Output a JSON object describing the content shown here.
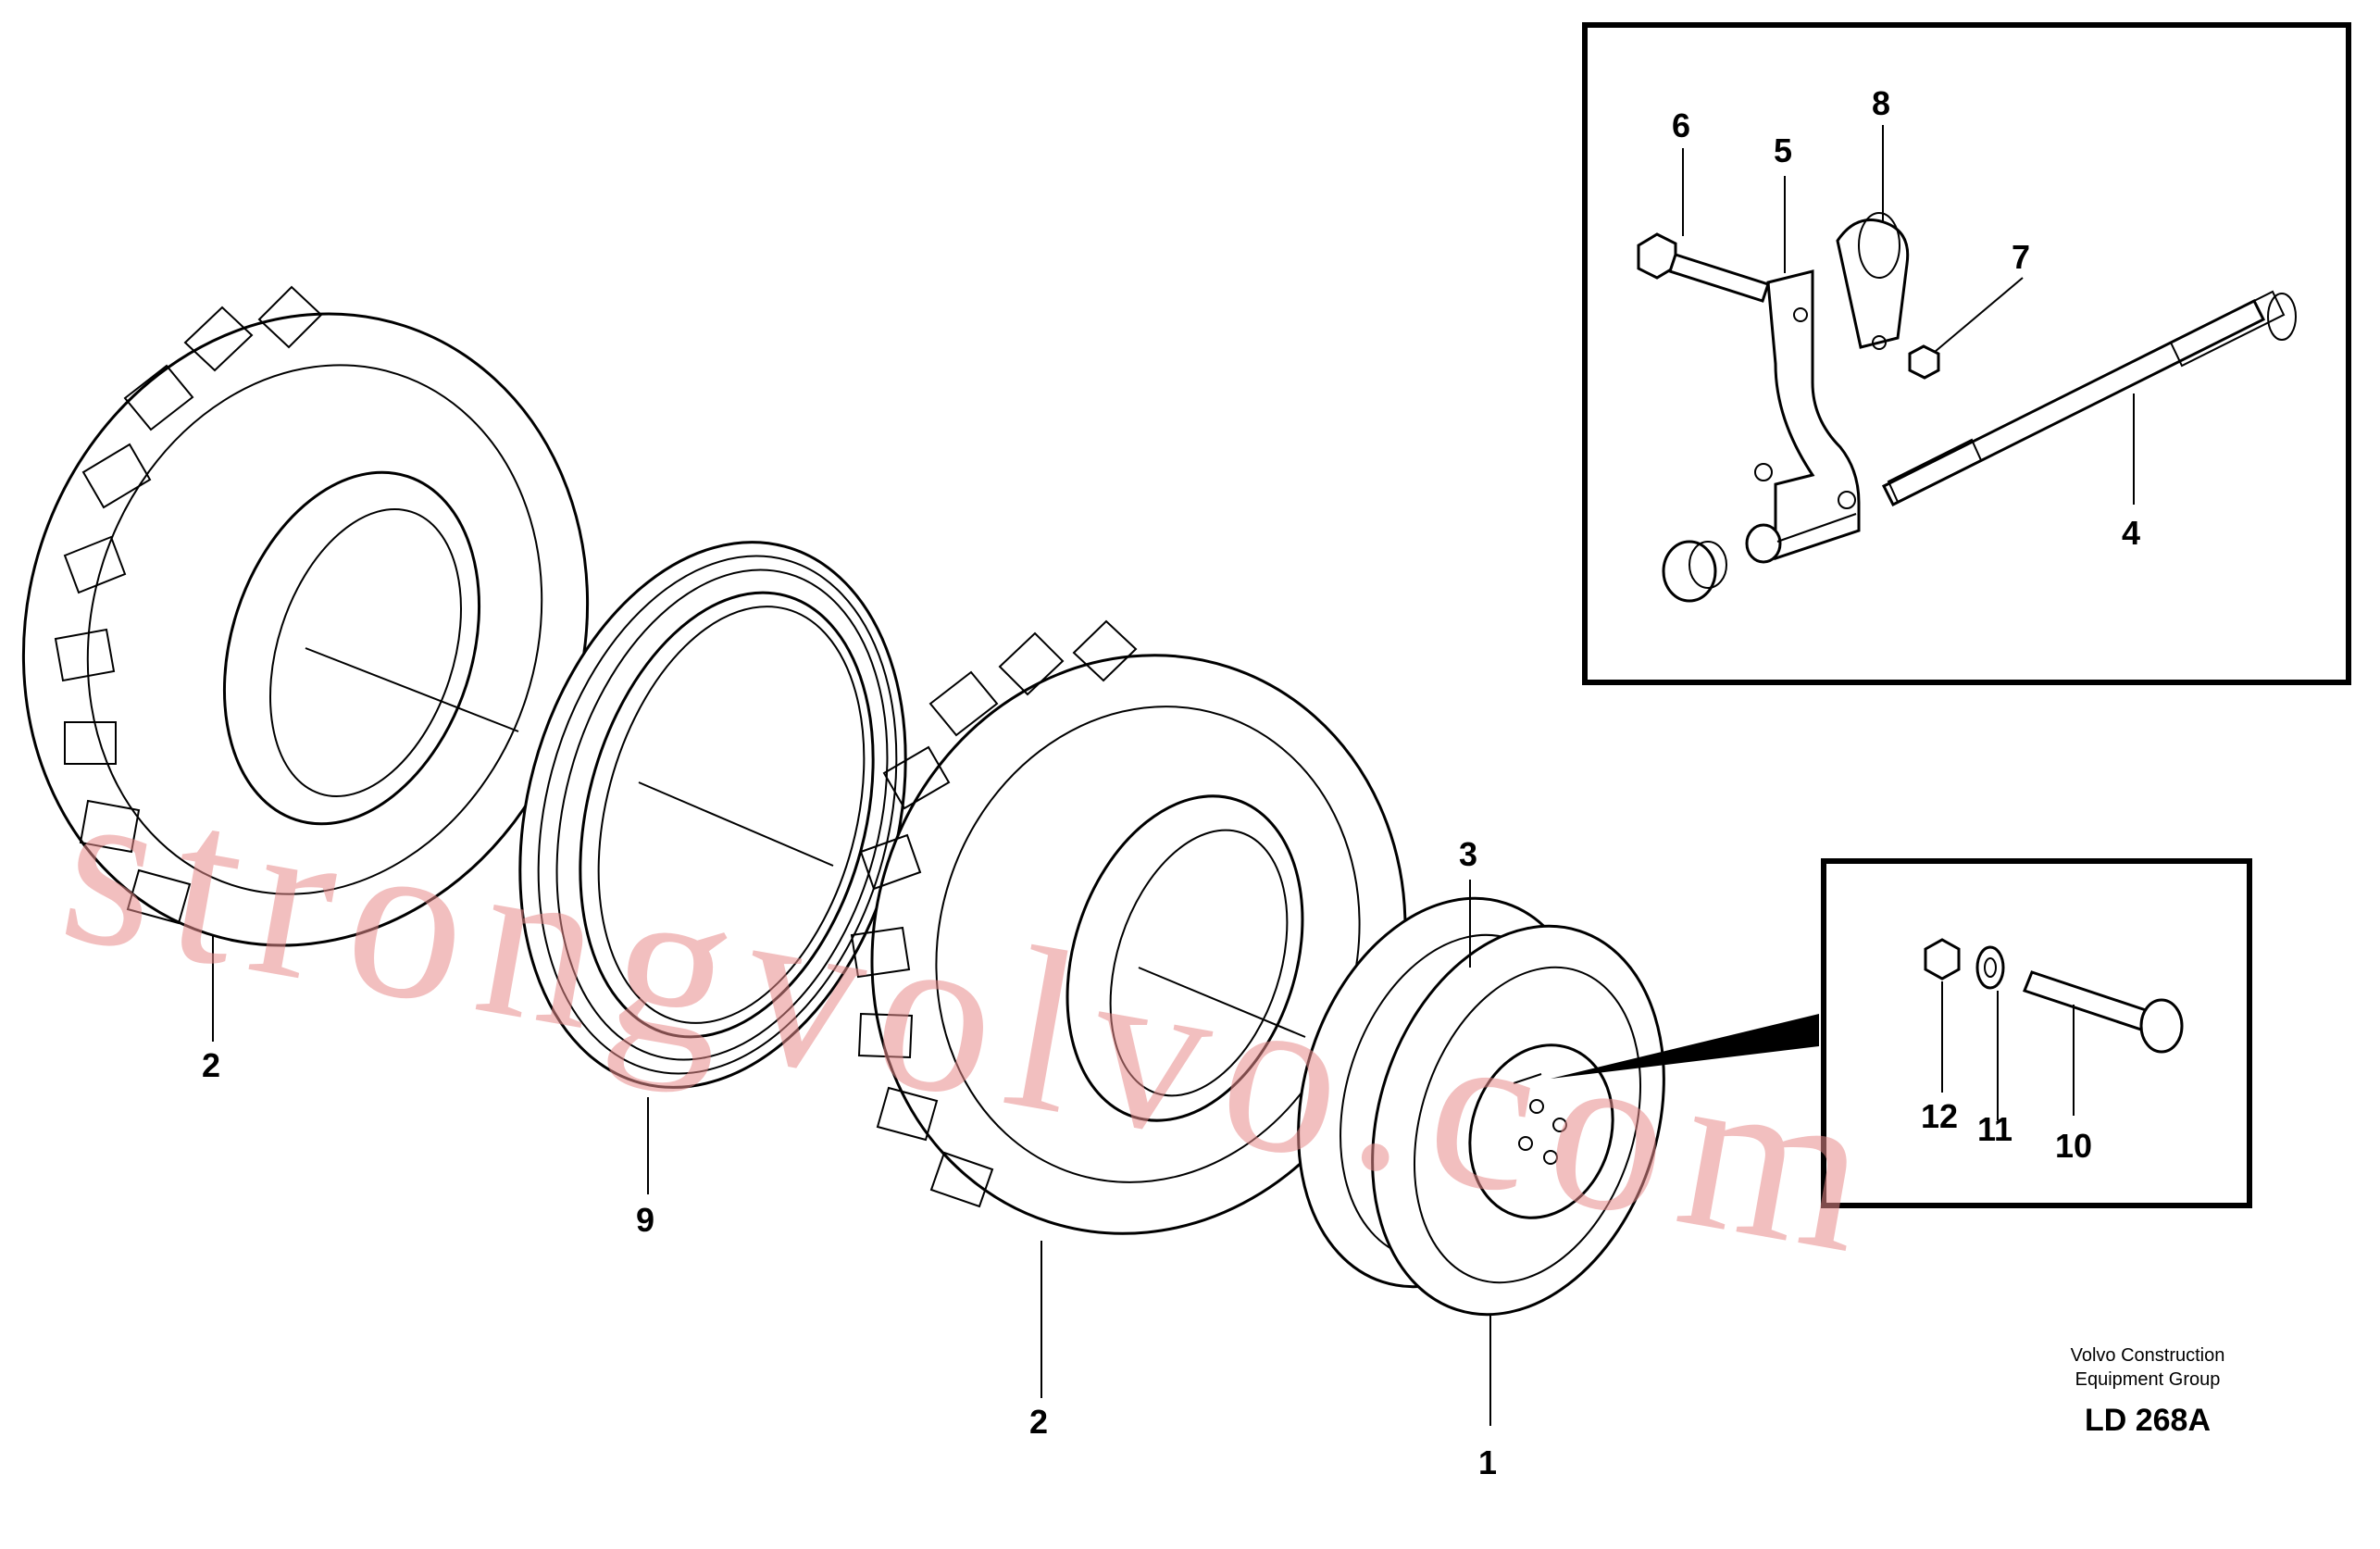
{
  "labels": {
    "p1": "1",
    "p2a": "2",
    "p2b": "2",
    "p3": "3",
    "p4": "4",
    "p5": "5",
    "p6": "6",
    "p7": "7",
    "p8": "8",
    "p9": "9",
    "p10": "10",
    "p11": "11",
    "p12": "12"
  },
  "corporate": {
    "line1": "Volvo Construction",
    "line2": "Equipment Group",
    "code": "LD 268A"
  },
  "watermark": "strongvolvo.com",
  "colors": {
    "ink": "#000000",
    "watermark": "#e88a8a",
    "paper": "#ffffff"
  }
}
